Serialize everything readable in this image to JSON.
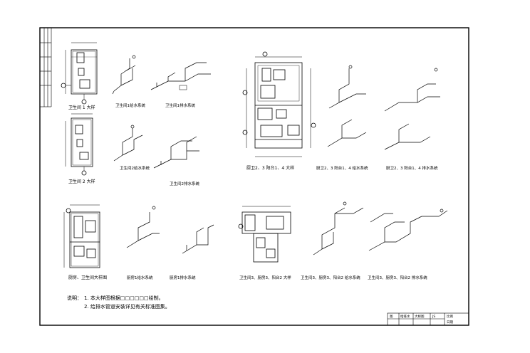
{
  "drawing": {
    "notes": {
      "title": "说明：",
      "line1": "1. 本大样图根据□□□□□□绘制。",
      "line2": "2. 给排水管道安装详见有关标准图集。"
    },
    "titles": {
      "plan_1": "卫生间 1 大样",
      "iso_1a": "卫生间1给水系统",
      "iso_1b": "卫生间1排水系统",
      "plan_2": "卫生间 2 大样",
      "iso_2a": "卫生间2给水系统",
      "iso_2b": "卫生间2排水系统",
      "plan_3": "厨卫2、3 阳台1、4 大样",
      "iso_3a": "厨卫2、3 阳台1、4 给水系统",
      "iso_3b": "厨卫2、3 阳台1、4 排水系统",
      "plan_4": "厨房、卫生间大样图",
      "iso_4a": "厨房1给水系统",
      "iso_4b": "厨房1排水系统",
      "plan_5": "卫生间3、厨房3、阳台2 大样",
      "iso_5a": "卫生间3、厨房3、阳台2 给水系统",
      "iso_5b": "卫生间3、厨房3、阳台2 排水系统"
    },
    "title_block": [
      "图",
      "给排水",
      "大样图",
      "JS",
      "比例",
      "日期"
    ]
  }
}
